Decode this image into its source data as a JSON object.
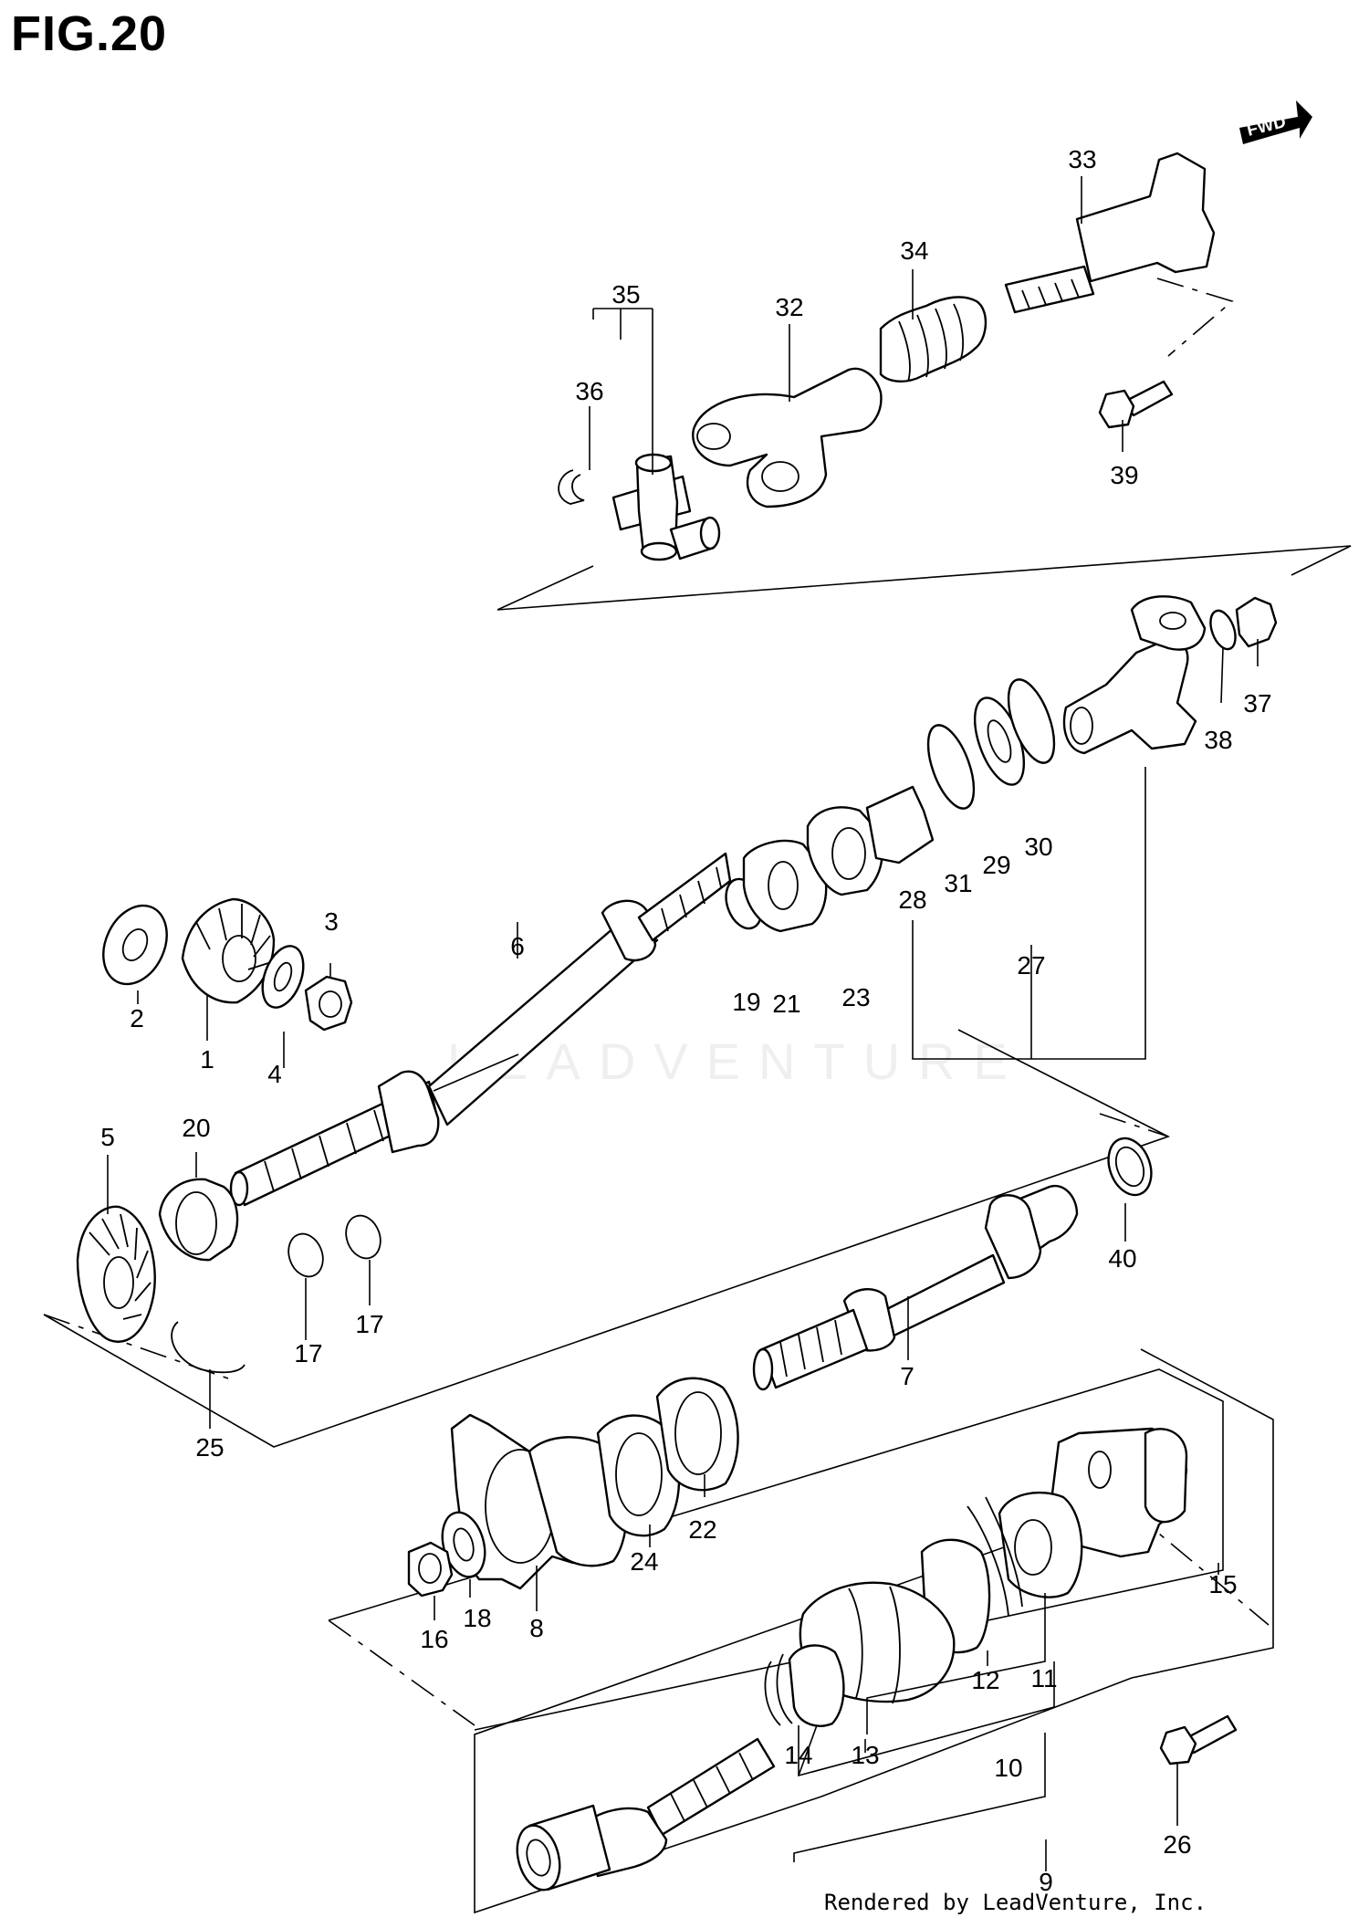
{
  "figure": {
    "title": "FIG.20",
    "direction_badge": "FWD",
    "credit": "Rendered by LeadVenture, Inc.",
    "watermark": "LEADVENTURE"
  },
  "callouts": [
    "1",
    "2",
    "3",
    "4",
    "5",
    "6",
    "7",
    "8",
    "9",
    "10",
    "11",
    "12",
    "13",
    "14",
    "15",
    "16",
    "17",
    "17",
    "18",
    "19",
    "20",
    "21",
    "22",
    "23",
    "24",
    "25",
    "26",
    "27",
    "28",
    "29",
    "30",
    "31",
    "32",
    "33",
    "34",
    "35",
    "36",
    "37",
    "38",
    "39",
    "40"
  ]
}
